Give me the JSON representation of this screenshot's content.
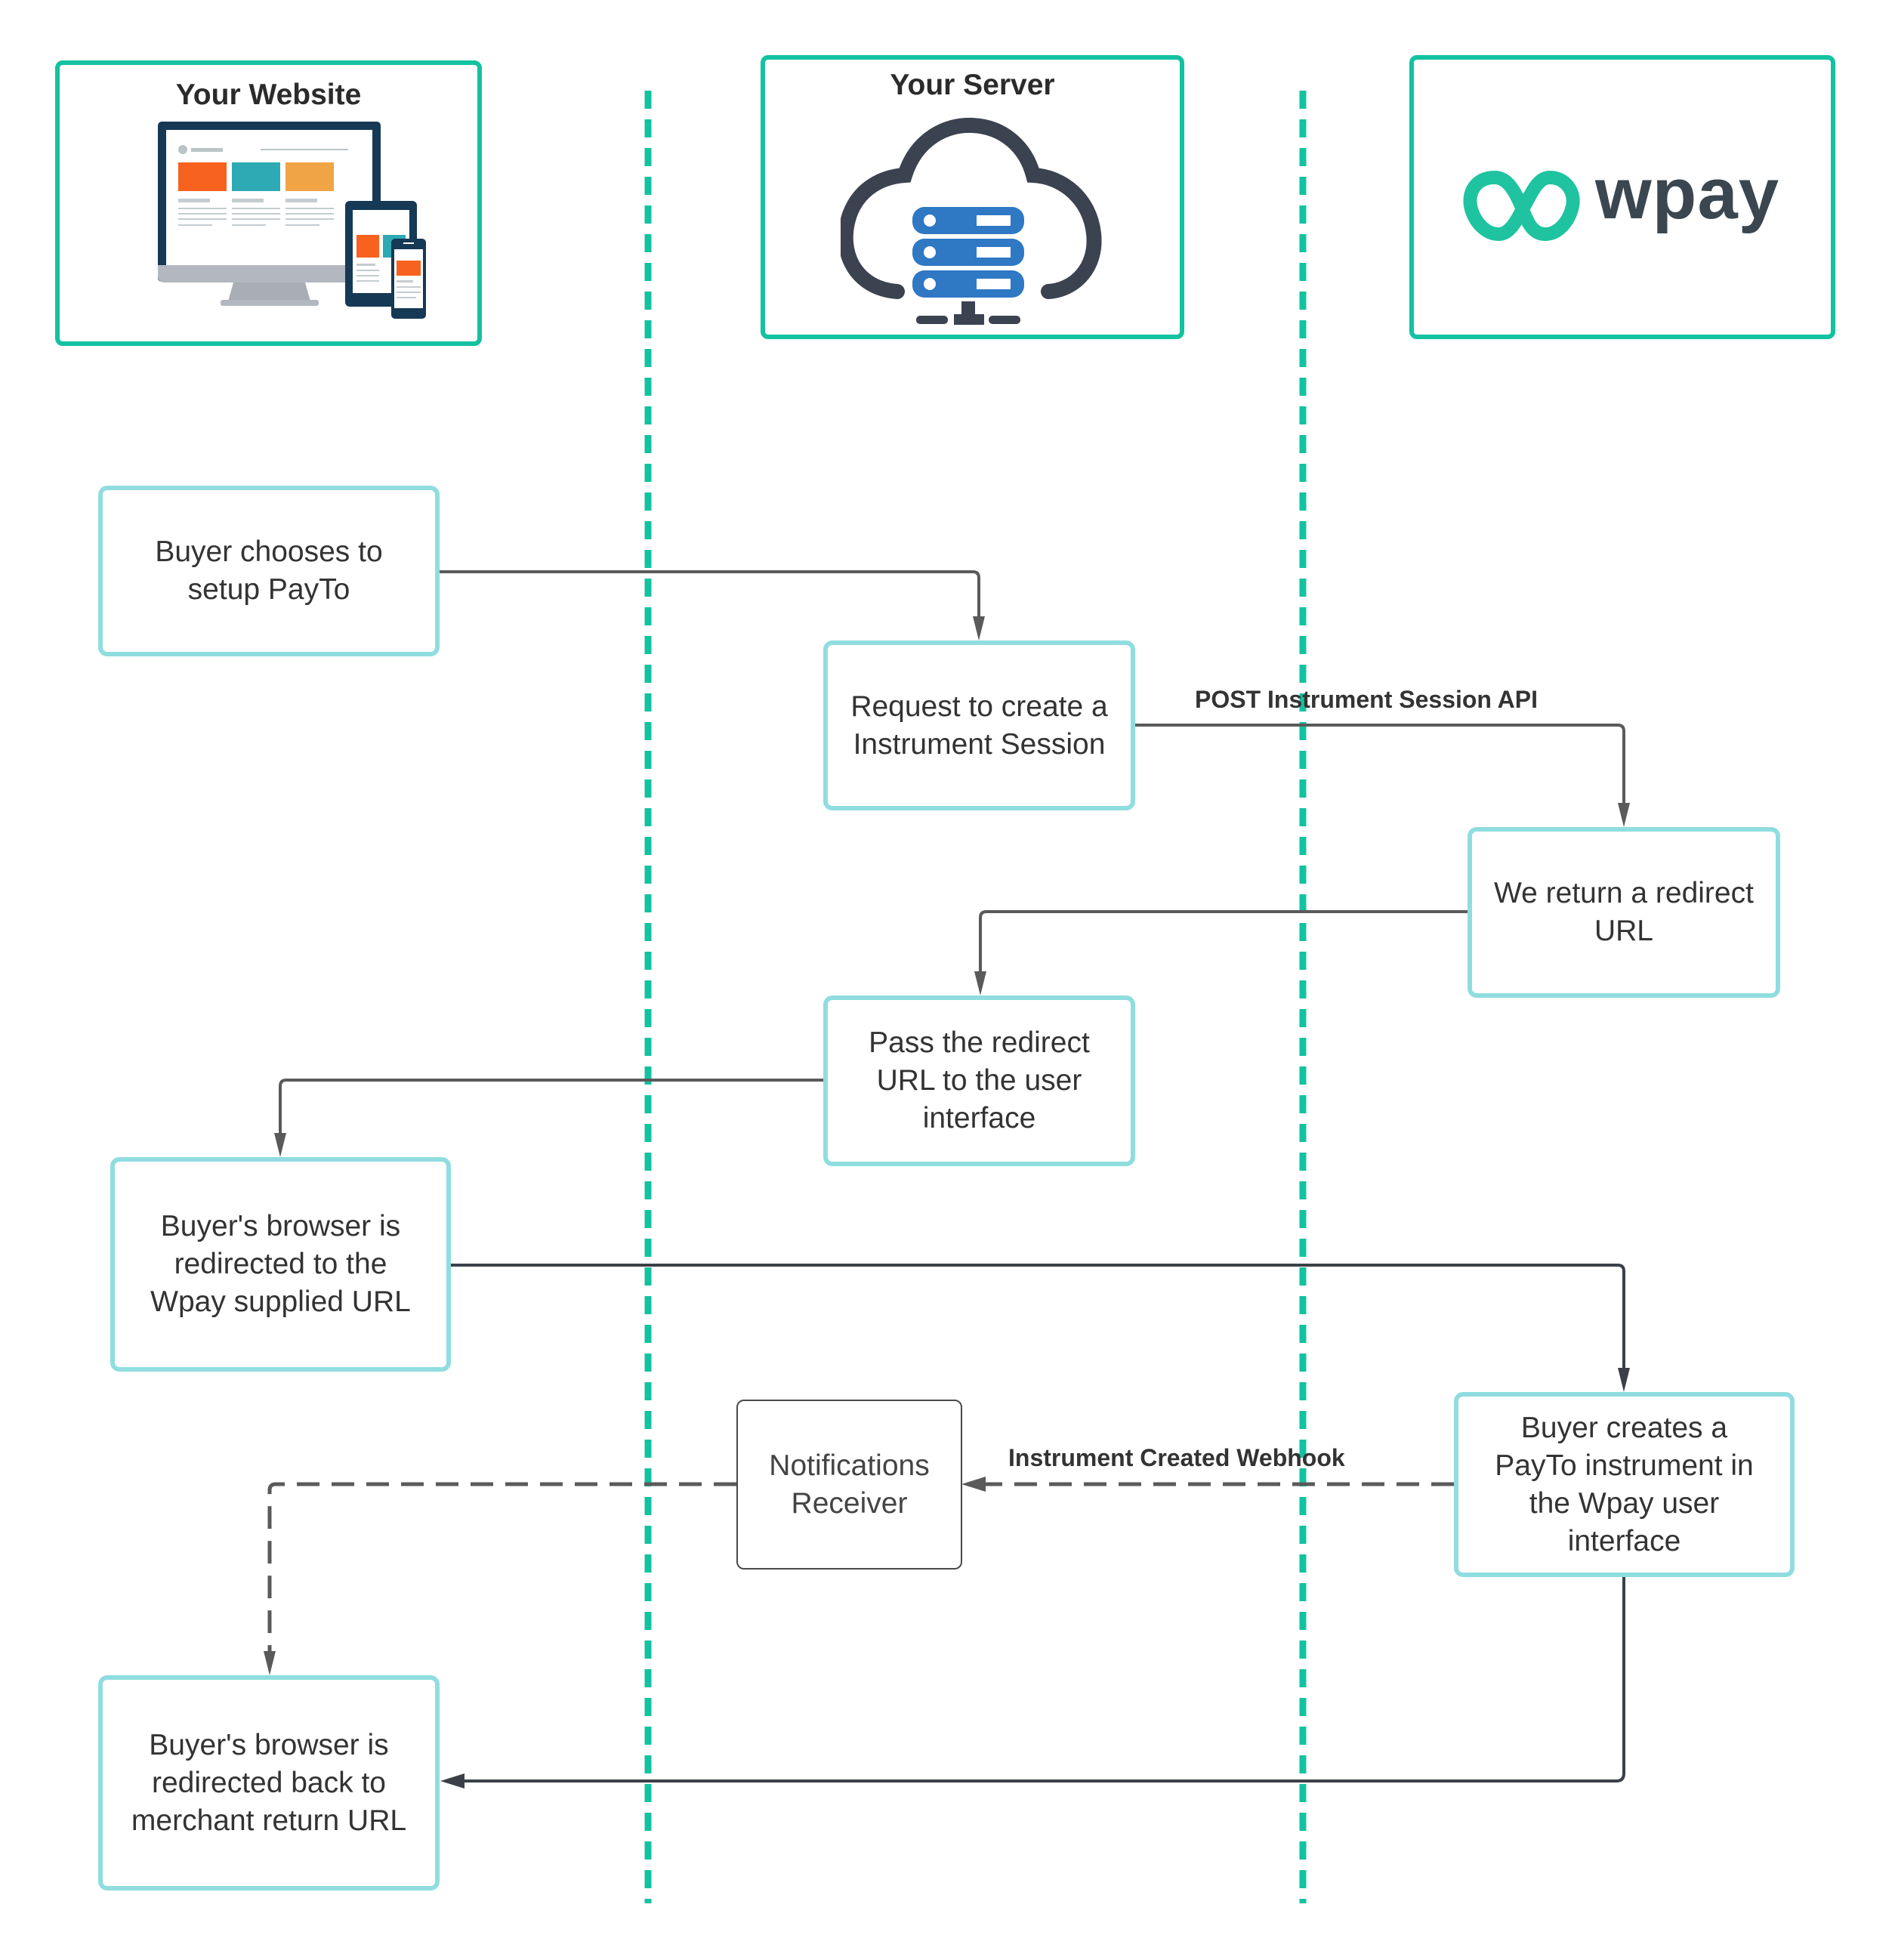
{
  "diagram": {
    "title": "PayTo instrument setup flow",
    "colors": {
      "lane_line": "#13c2a0",
      "header_border": "#13c2a0",
      "node_border": "#90dde0",
      "connector": "#5a5a5a",
      "connector_dark": "#3b4048",
      "wpay_green": "#1fc3a0",
      "wpay_text": "#3a4650",
      "server_cloud": "#3b4250",
      "server_rack": "#2f78c4"
    },
    "lanes": [
      {
        "id": "website",
        "title": "Your Website",
        "icon": "responsive-devices-icon"
      },
      {
        "id": "server",
        "title": "Your Server",
        "icon": "cloud-server-icon"
      },
      {
        "id": "wpay",
        "title": "",
        "logo_text": "wpay",
        "icon": "wpay-infinity-logo-icon"
      }
    ],
    "nodes": [
      {
        "id": "n1",
        "lane": "website",
        "text": "Buyer chooses to\nsetup PayTo"
      },
      {
        "id": "n2",
        "lane": "server",
        "text": "Request to create a\nInstrument Session"
      },
      {
        "id": "n3",
        "lane": "wpay",
        "text": "We return a redirect\nURL"
      },
      {
        "id": "n4",
        "lane": "server",
        "text": "Pass the redirect\nURL to the user\ninterface"
      },
      {
        "id": "n5",
        "lane": "website",
        "text": "Buyer's browser is\nredirected to the\nWpay supplied URL"
      },
      {
        "id": "n6",
        "lane": "server",
        "text": "Notifications\nReceiver"
      },
      {
        "id": "n7",
        "lane": "wpay",
        "text": "Buyer creates a\nPayTo instrument in\nthe Wpay user\ninterface"
      },
      {
        "id": "n8",
        "lane": "website",
        "text": "Buyer's browser is\nredirected back to\nmerchant return URL"
      }
    ],
    "edges": [
      {
        "from": "n1",
        "to": "n2",
        "style": "solid",
        "label": ""
      },
      {
        "from": "n2",
        "to": "n3",
        "style": "solid",
        "label": "POST Instrument Session API"
      },
      {
        "from": "n3",
        "to": "n4",
        "style": "solid",
        "label": ""
      },
      {
        "from": "n4",
        "to": "n5",
        "style": "solid",
        "label": ""
      },
      {
        "from": "n5",
        "to": "n7",
        "style": "solid",
        "label": ""
      },
      {
        "from": "n7",
        "to": "n6",
        "style": "dashed",
        "label": "Instrument Created Webhook"
      },
      {
        "from": "n6",
        "to": "n8",
        "style": "dashed",
        "label": ""
      },
      {
        "from": "n7",
        "to": "n8",
        "style": "solid",
        "label": ""
      }
    ]
  }
}
